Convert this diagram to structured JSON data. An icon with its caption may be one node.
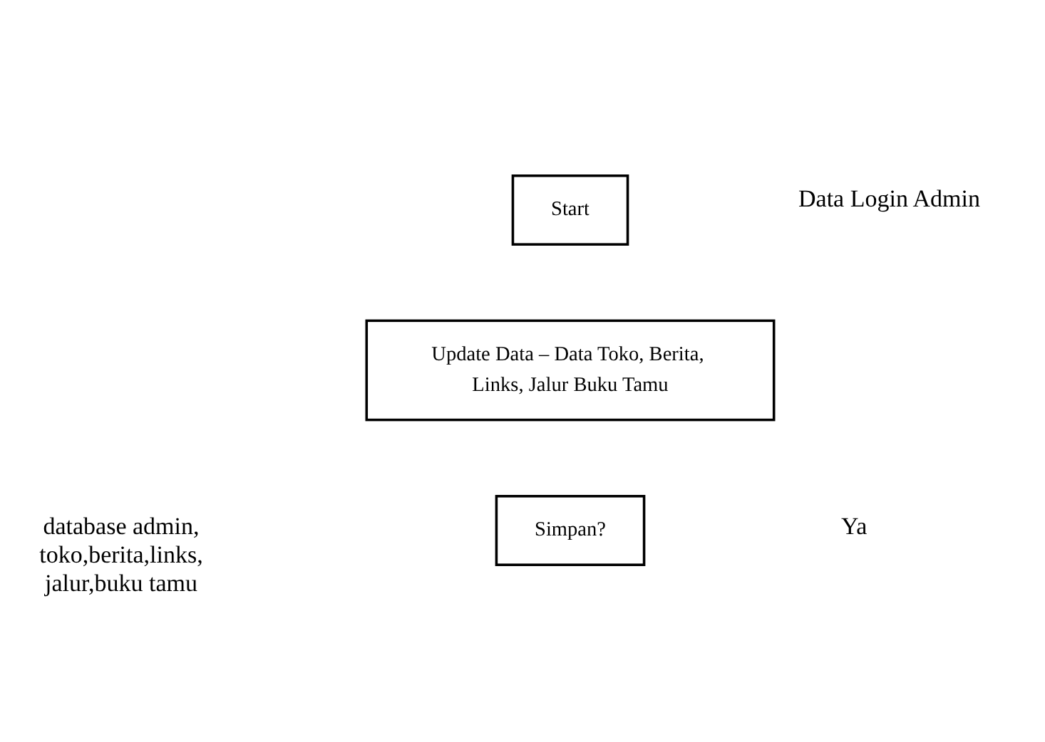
{
  "diagram": {
    "nodes": [
      {
        "text": [
          "Start"
        ]
      },
      {
        "text": [
          "Update Data – Data Toko, Berita, Links, Jalur Buku Tamu"
        ]
      },
      {
        "text": [
          "Simpan?"
        ]
      }
    ],
    "labels": [
      "Data Login Admin",
      "database admin, toko,berita,links, jalur,buku tamu",
      "Ya"
    ]
  }
}
